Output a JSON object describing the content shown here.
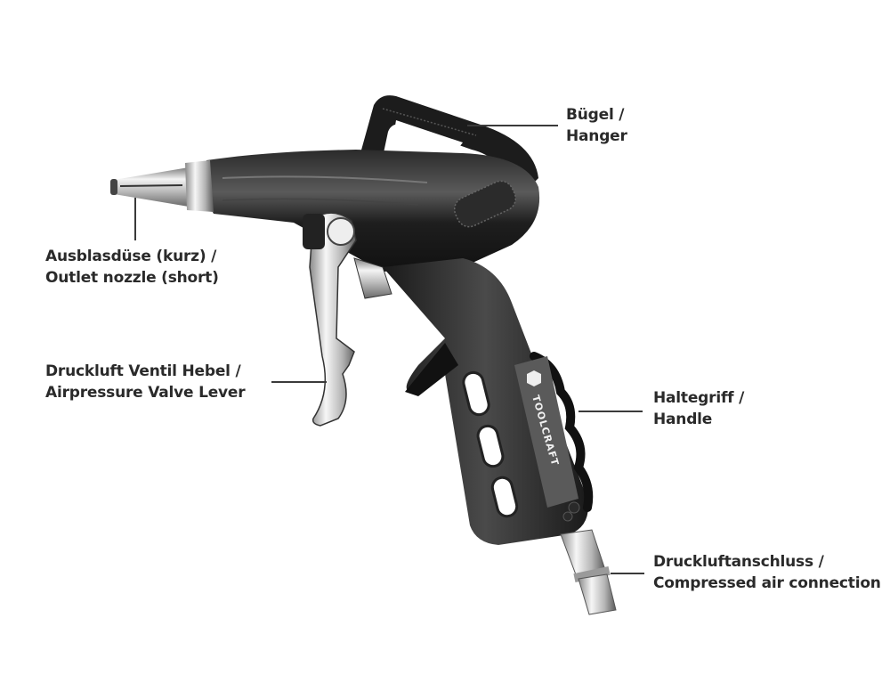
{
  "diagram": {
    "subject": "Compressed air blow gun",
    "brand": "TOOLCRAFT",
    "colors": {
      "background": "#ffffff",
      "label_text": "#2a2a2a",
      "leader_line": "#3a3a3a",
      "body_dark": "#1c1c1c",
      "body_mid": "#3c3c3c",
      "chrome_light": "#e8e8e8",
      "chrome_dark": "#8a8a8a"
    },
    "callouts": [
      {
        "id": "hanger",
        "line1": "Bügel /",
        "line2": "Hanger"
      },
      {
        "id": "nozzle",
        "line1": "Ausblasdüse (kurz) /",
        "line2": "Outlet nozzle (short)"
      },
      {
        "id": "lever",
        "line1": "Druckluft Ventil Hebel /",
        "line2": "Airpressure Valve Lever"
      },
      {
        "id": "handle",
        "line1": "Haltegriff /",
        "line2": "Handle"
      },
      {
        "id": "connection",
        "line1": "Druckluftanschluss /",
        "line2": "Compressed air connection"
      }
    ]
  }
}
